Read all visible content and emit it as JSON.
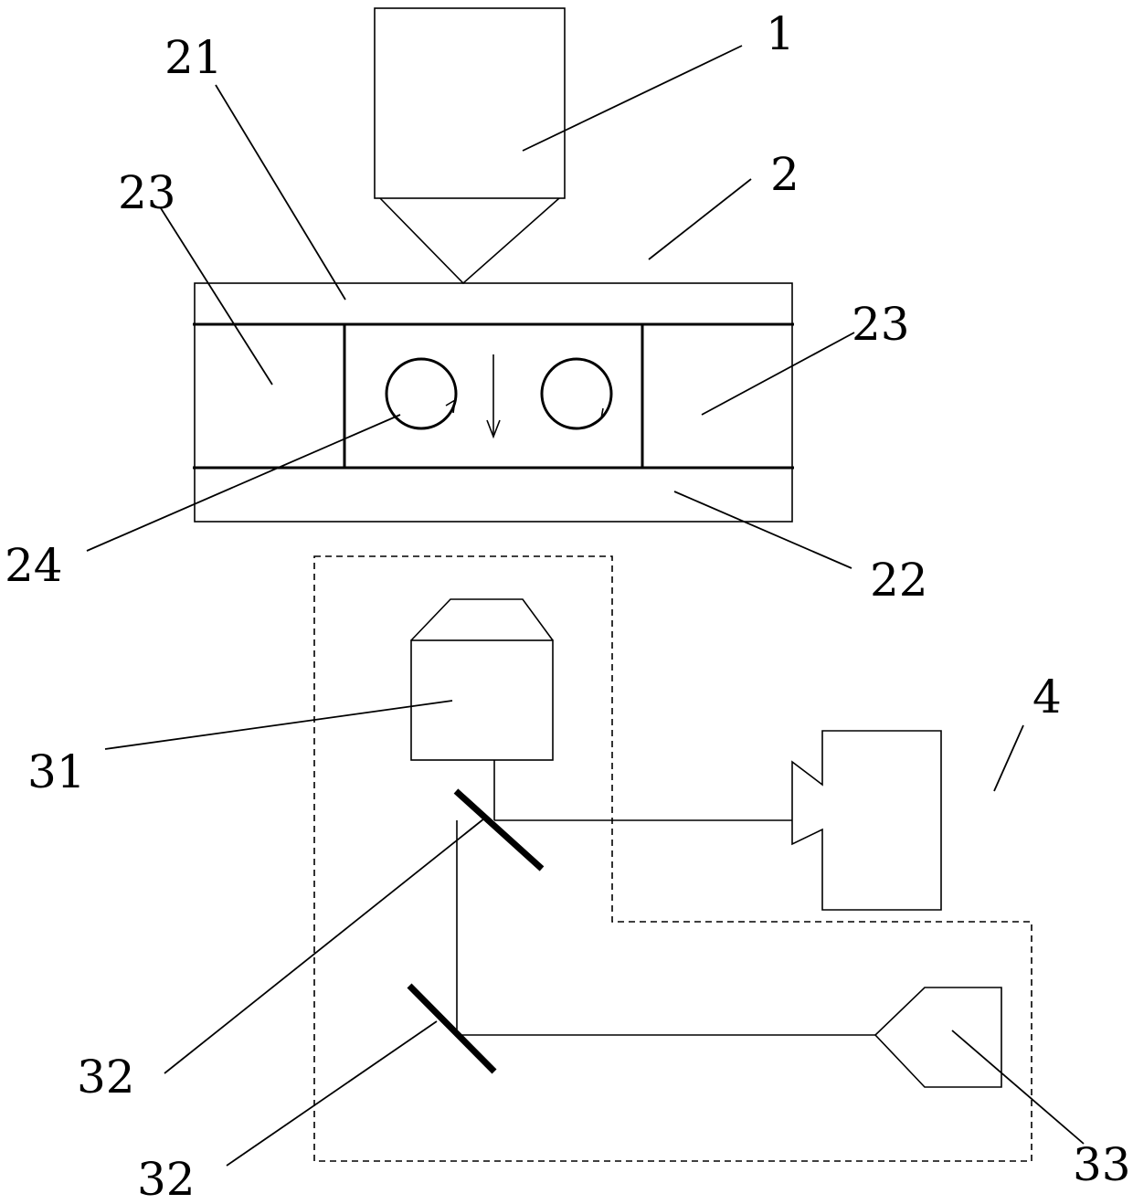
{
  "labels": {
    "objective": "1",
    "chip": "2",
    "top_layer": "21",
    "bottom_layer": "22",
    "side_left": "23",
    "side_right": "23",
    "particle": "24",
    "light_source": "31",
    "mirror_upper": "32",
    "mirror_lower": "32",
    "detector": "33",
    "camera": "4"
  }
}
